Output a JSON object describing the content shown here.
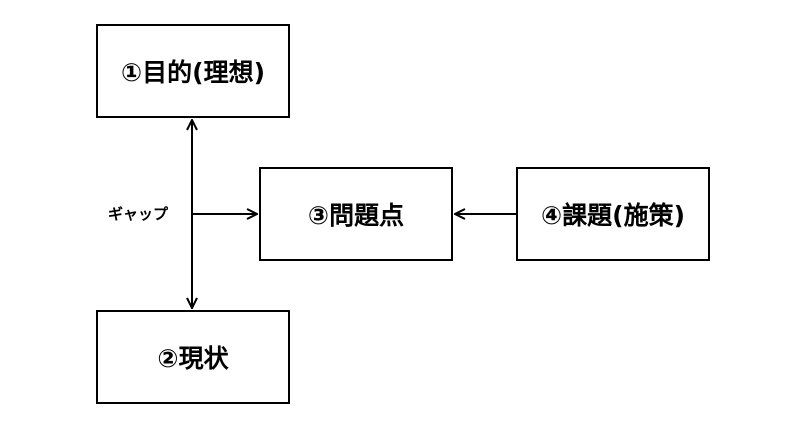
{
  "diagram": {
    "goal_label": "①目的(理想)",
    "current_label": "②現状",
    "problem_label": "③問題点",
    "issue_label": "④課題(施策)",
    "gap_label": "ギャップ"
  },
  "colors": {
    "line": "#000000",
    "box_border": "#000000",
    "background": "#ffffff"
  }
}
